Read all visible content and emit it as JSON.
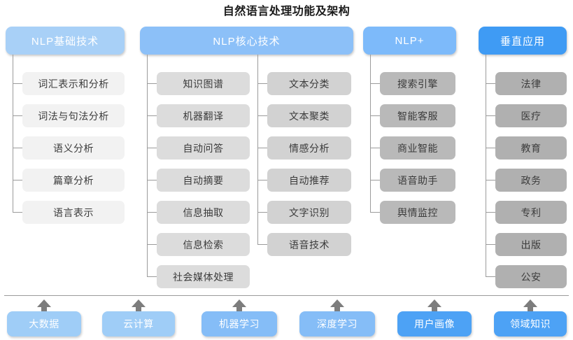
{
  "title": "自然语言处理功能及架构",
  "colors": {
    "header_basic": "#a8d0f7",
    "header_core": "#8cc0f8",
    "header_plus": "#7dbafa",
    "header_vertical": "#3f9bf4",
    "item_col1": "#f2f2f2",
    "item_col2": "#dcdcdc",
    "item_col3": "#d2d2d2",
    "item_col4": "#b9b9b9",
    "item_col5": "#b0b0b0",
    "base_light": "#9fcdf7",
    "base_mid": "#85bdf7",
    "base_dark": "#4da2f5",
    "line": "#9b9b9b",
    "arrow": "#7d7d7d",
    "title_text": "#1a1a1a",
    "item_text": "#3b3b3b",
    "header_text": "#ffffff"
  },
  "headers": [
    {
      "label": "NLP基础技术"
    },
    {
      "label": "NLP核心技术"
    },
    {
      "label": "NLP+"
    },
    {
      "label": "垂直应用"
    }
  ],
  "columns": [
    {
      "name": "nlp-basic",
      "items": [
        {
          "label": "词汇表示和分析"
        },
        {
          "label": "词法与句法分析"
        },
        {
          "label": "语义分析"
        },
        {
          "label": "篇章分析"
        },
        {
          "label": "语言表示"
        }
      ]
    },
    {
      "name": "nlp-core-left",
      "items": [
        {
          "label": "知识图谱"
        },
        {
          "label": "机器翻译"
        },
        {
          "label": "自动问答"
        },
        {
          "label": "自动摘要"
        },
        {
          "label": "信息抽取"
        },
        {
          "label": "信息检索"
        },
        {
          "label": "社会媒体处理"
        }
      ]
    },
    {
      "name": "nlp-core-right",
      "items": [
        {
          "label": "文本分类"
        },
        {
          "label": "文本聚类"
        },
        {
          "label": "情感分析"
        },
        {
          "label": "自动推荐"
        },
        {
          "label": "文字识别"
        },
        {
          "label": "语音技术"
        }
      ]
    },
    {
      "name": "nlp-plus",
      "items": [
        {
          "label": "搜索引擎"
        },
        {
          "label": "智能客服"
        },
        {
          "label": "商业智能"
        },
        {
          "label": "语音助手"
        },
        {
          "label": "舆情监控"
        }
      ]
    },
    {
      "name": "vertical-application",
      "items": [
        {
          "label": "法律"
        },
        {
          "label": "医疗"
        },
        {
          "label": "教育"
        },
        {
          "label": "政务"
        },
        {
          "label": "专利"
        },
        {
          "label": "出版"
        },
        {
          "label": "公安"
        }
      ]
    }
  ],
  "foundation": [
    {
      "label": "大数据"
    },
    {
      "label": "云计算"
    },
    {
      "label": "机器学习"
    },
    {
      "label": "深度学习"
    },
    {
      "label": "用户画像"
    },
    {
      "label": "领域知识"
    }
  ],
  "watermark": {
    "text": ""
  }
}
